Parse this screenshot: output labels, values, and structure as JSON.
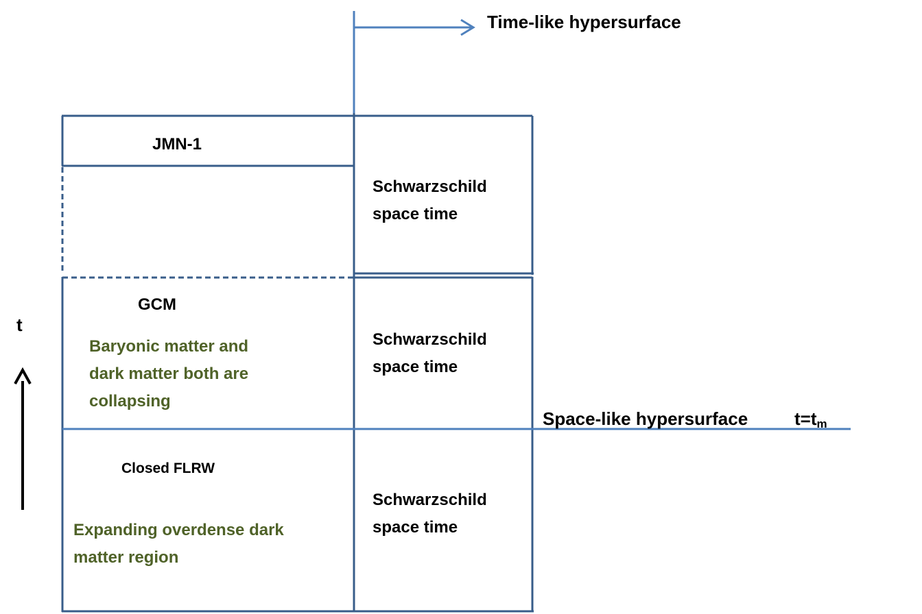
{
  "diagram": {
    "time_like_label": "Time-like hypersurface",
    "space_like_label": "Space-like hypersurface",
    "t_eq_base": "t=t",
    "t_eq_sub": "m",
    "time_axis_label": "t",
    "left_top_label": "JMN-1",
    "left_mid_label": "GCM",
    "left_mid_desc_lines": [
      "Baryonic matter and",
      "dark matter both are",
      "collapsing"
    ],
    "left_bottom_label": "Closed FLRW",
    "left_bottom_desc_lines": [
      "Expanding overdense dark",
      "matter region"
    ],
    "right_top_lines": [
      "Schwarzschild",
      "space time"
    ],
    "right_mid_lines": [
      "Schwarzschild",
      "space time"
    ],
    "right_bottom_lines": [
      "Schwarzschild",
      "space time"
    ],
    "colors": {
      "frame": "#385d8a",
      "accent_line": "#4f81bd",
      "green_text": "#4f6228",
      "arrow": "#000000"
    }
  }
}
